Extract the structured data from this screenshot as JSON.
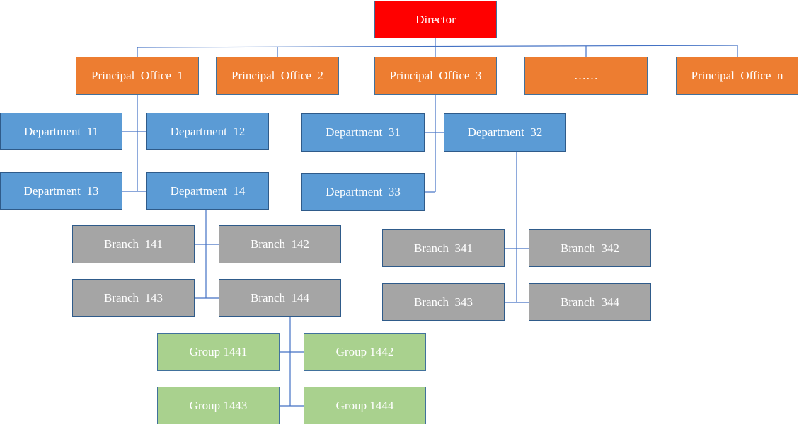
{
  "colors": {
    "director": "#ff0000",
    "office": "#ed7d31",
    "department": "#5b9bd5",
    "branch": "#a5a5a5",
    "group": "#a9d18e",
    "connector": "#4472c4",
    "text": "#ffffff"
  },
  "director": {
    "label": "Director"
  },
  "offices": [
    {
      "label": "Principal  Office  1"
    },
    {
      "label": "Principal  Office  2"
    },
    {
      "label": "Principal  Office  3"
    },
    {
      "label": "……"
    },
    {
      "label": "Principal  Office  n"
    }
  ],
  "departments": [
    {
      "label": "Department  11"
    },
    {
      "label": "Department  12"
    },
    {
      "label": "Department  13"
    },
    {
      "label": "Department  14"
    },
    {
      "label": "Department  31"
    },
    {
      "label": "Department  32"
    },
    {
      "label": "Department  33"
    }
  ],
  "branches": [
    {
      "label": "Branch  141"
    },
    {
      "label": "Branch  142"
    },
    {
      "label": "Branch  143"
    },
    {
      "label": "Branch  144"
    },
    {
      "label": "Branch  341"
    },
    {
      "label": "Branch  342"
    },
    {
      "label": "Branch  343"
    },
    {
      "label": "Branch  344"
    }
  ],
  "groups": [
    {
      "label": "Group 1441"
    },
    {
      "label": "Group 1442"
    },
    {
      "label": "Group 1443"
    },
    {
      "label": "Group 1444"
    }
  ]
}
